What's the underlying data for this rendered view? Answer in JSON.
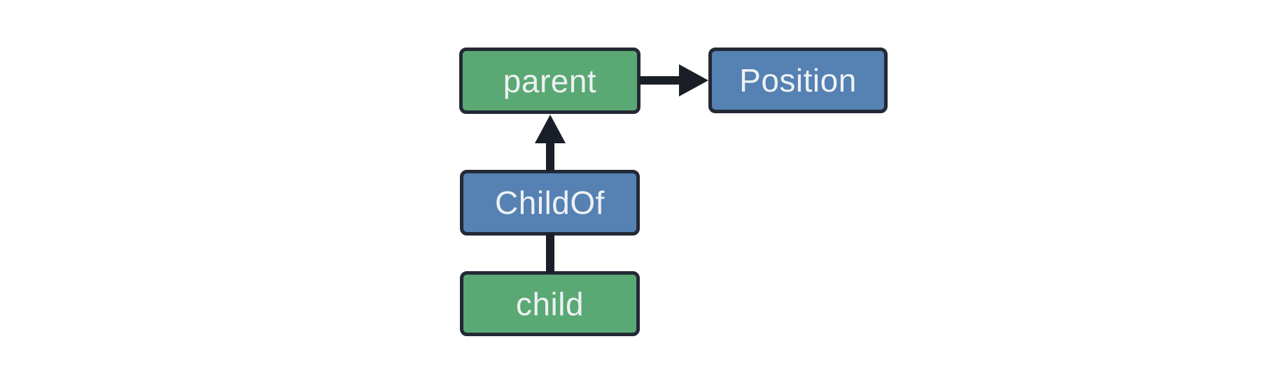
{
  "diagram": {
    "background_color": "#ffffff",
    "colors": {
      "green_node_fill": "#5aa873",
      "blue_node_fill": "#5581b3",
      "node_border": "#232935",
      "connector": "#1a1e27",
      "node_text": "#eef1f4"
    },
    "nodes": [
      {
        "id": "parent",
        "label": "parent",
        "fill": "#5aa873"
      },
      {
        "id": "Position",
        "label": "Position",
        "fill": "#5581b3"
      },
      {
        "id": "ChildOf",
        "label": "ChildOf",
        "fill": "#5581b3"
      },
      {
        "id": "child",
        "label": "child",
        "fill": "#5aa873"
      }
    ],
    "edges": [
      {
        "from": "parent",
        "to": "Position",
        "connector": "arrow"
      },
      {
        "from": "ChildOf",
        "to": "parent",
        "connector": "arrow"
      },
      {
        "from": "child",
        "to": "ChildOf",
        "connector": "line"
      }
    ]
  }
}
